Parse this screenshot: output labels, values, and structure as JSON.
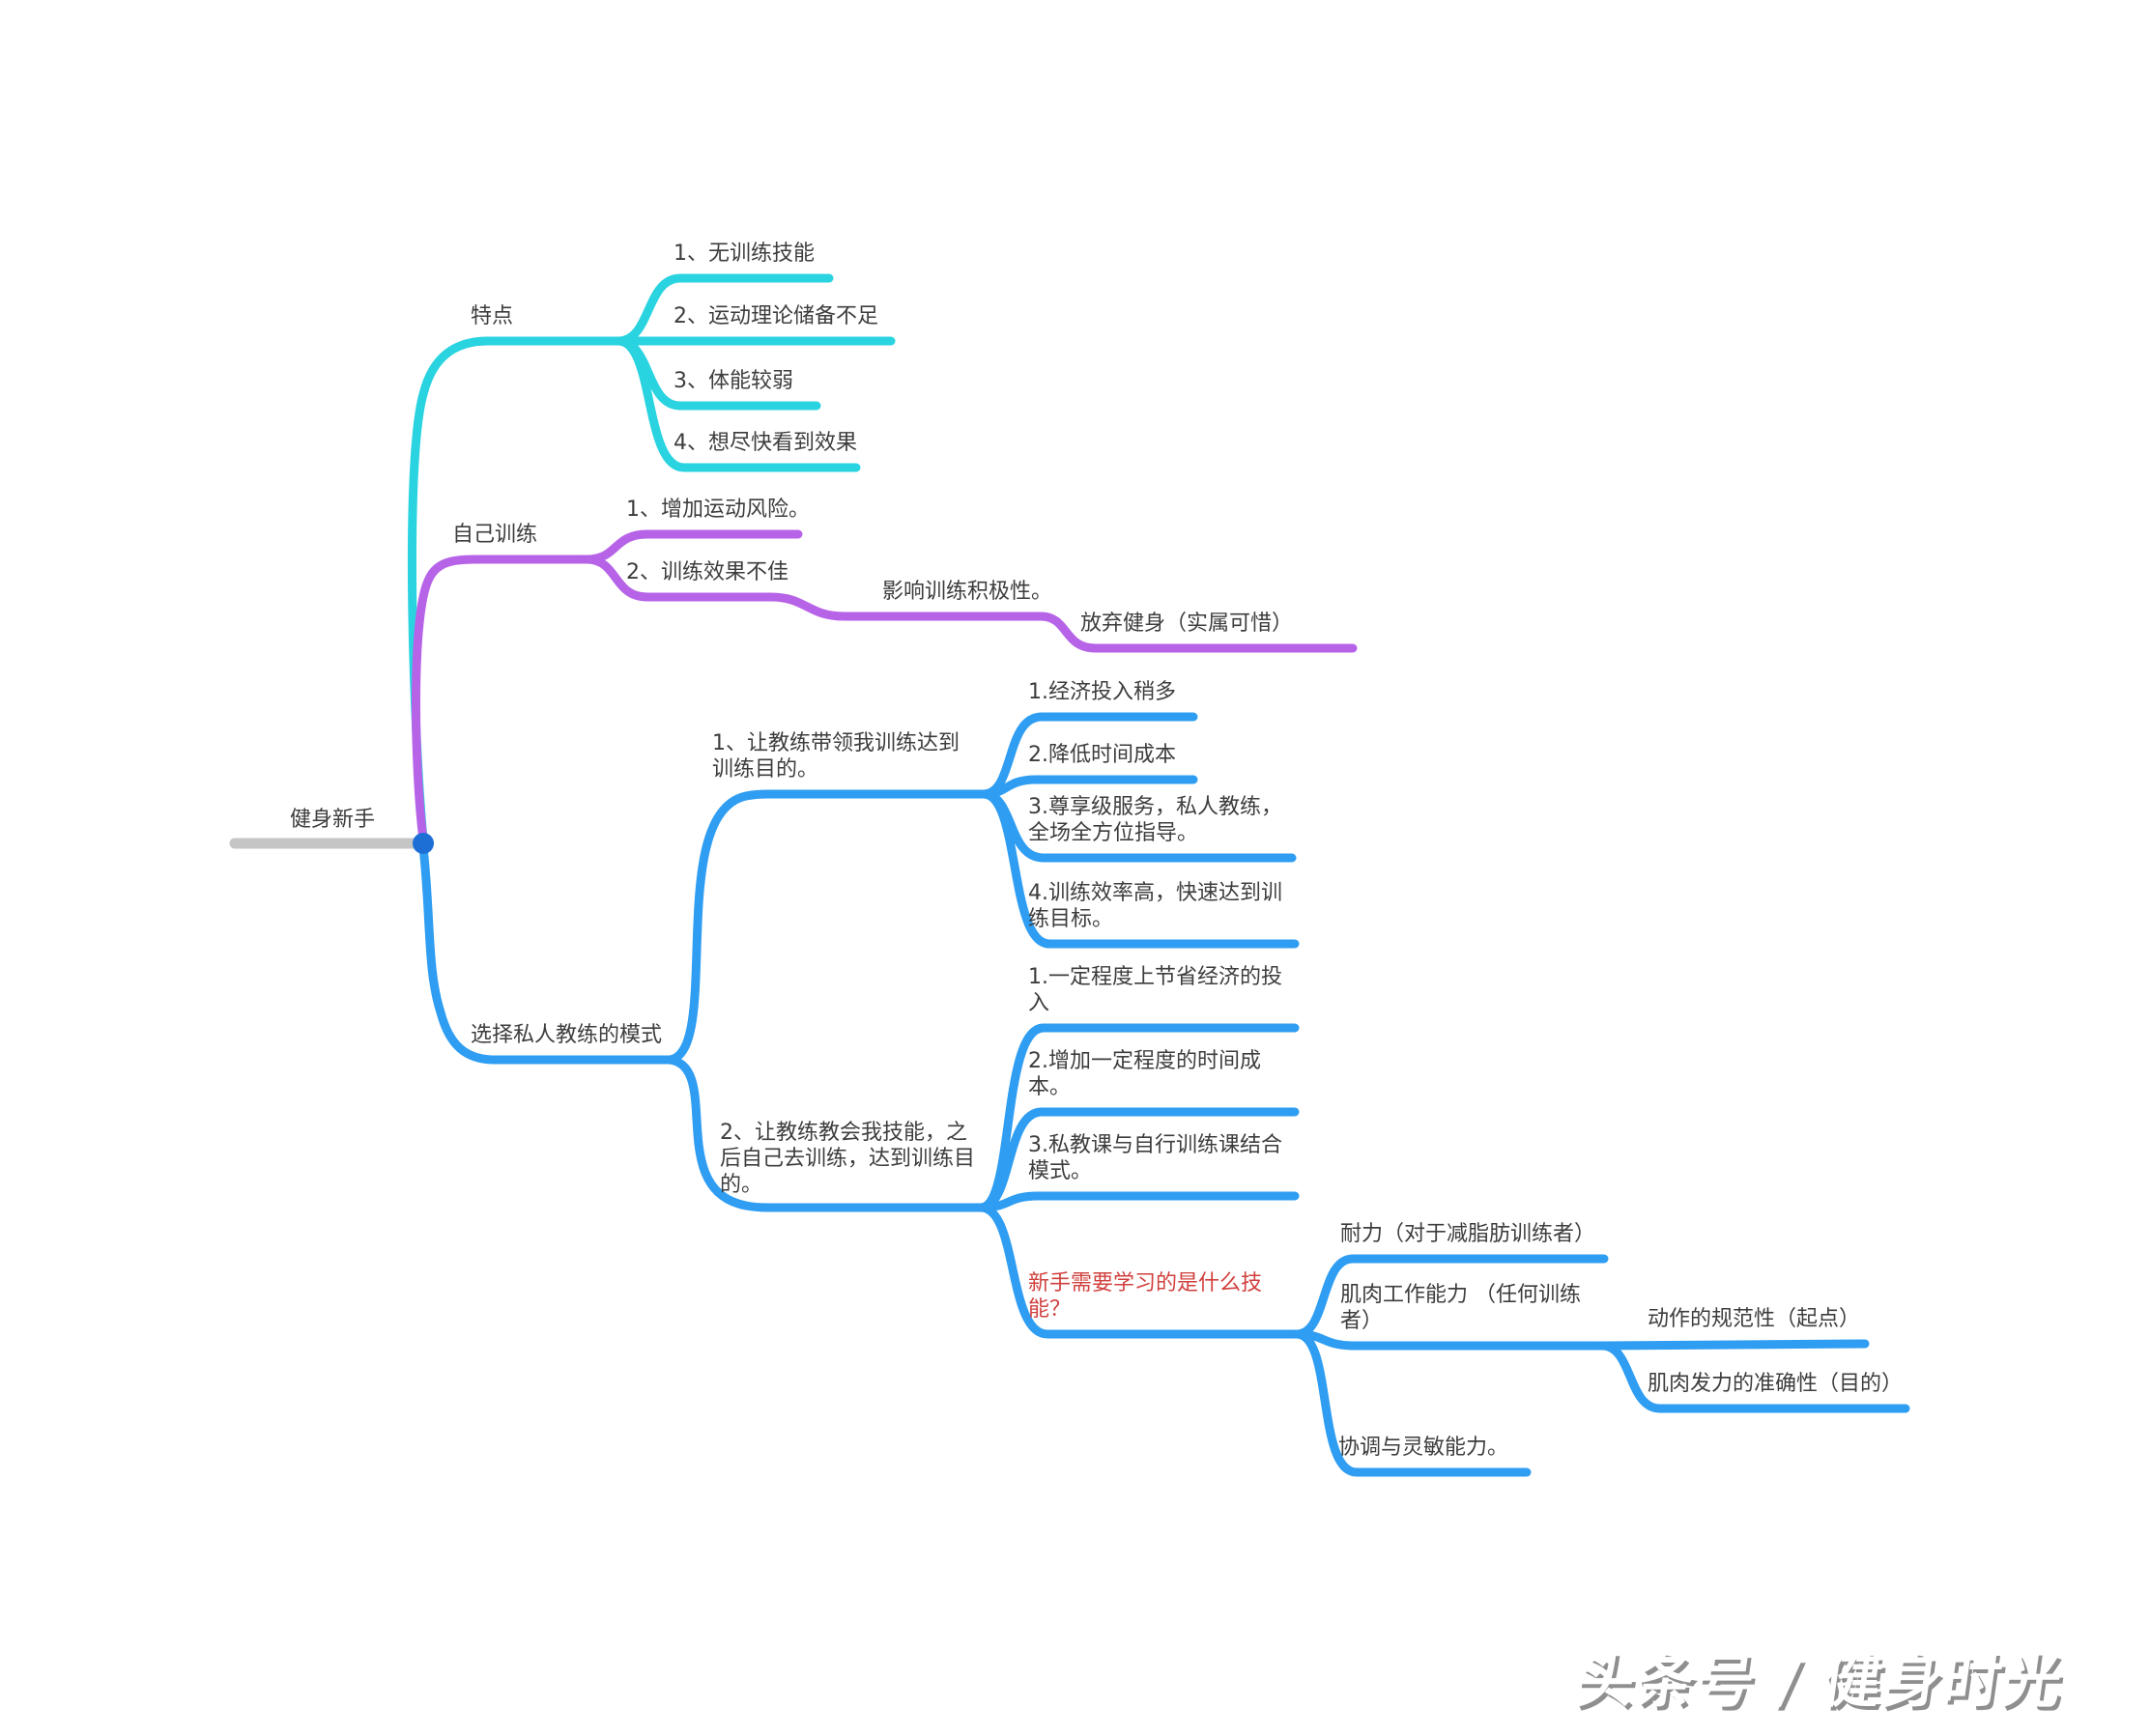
{
  "root": {
    "label": "健身新手"
  },
  "colors": {
    "cyan_branch": "#29d3e0",
    "purple_branch": "#b763e8",
    "blue_branch": "#2e9df2",
    "root_line_gray": "#c5c5c5",
    "root_dot_blue": "#1d6fd6",
    "text": "#3d3d3d",
    "question_red": "#d0403e",
    "watermark_gray": "#8f8f8f"
  },
  "branch_features": {
    "label": "特点",
    "items": [
      "1、无训练技能",
      "2、运动理论储备不足",
      "3、体能较弱",
      "4、想尽快看到效果"
    ]
  },
  "branch_self_training": {
    "label": "自己训练",
    "item1": "1、增加运动风险。",
    "item2": "2、训练效果不佳",
    "consequence": "影响训练积极性。",
    "giveup": "放弃健身（实属可惜）"
  },
  "branch_coach": {
    "label": "选择私人教练的模式",
    "mode1": {
      "label": "1、让教练带领我训练达到训练目的。",
      "items": [
        "1.经济投入稍多",
        "2.降低时间成本",
        "3.尊享级服务，私人教练，全场全方位指导。",
        "4.训练效率高，快速达到训练目标。"
      ]
    },
    "mode2": {
      "label": "2、让教练教会我技能，之后自己去训练，达到训练目的。",
      "items": [
        "1.一定程度上节省经济的投入",
        "2.增加一定程度的时间成本。",
        "3.私教课与自行训练课结合模式。"
      ],
      "question": "新手需要学习的是什么技能？",
      "skills": {
        "endurance": "耐力（对于减脂肪训练者）",
        "muscle": "肌肉工作能力 （任何训练者）",
        "muscle_children": [
          "动作的规范性（起点）",
          "肌肉发力的准确性（目的）"
        ],
        "coordination": "协调与灵敏能力。"
      }
    }
  },
  "watermark": "头条号 / 健身时光"
}
